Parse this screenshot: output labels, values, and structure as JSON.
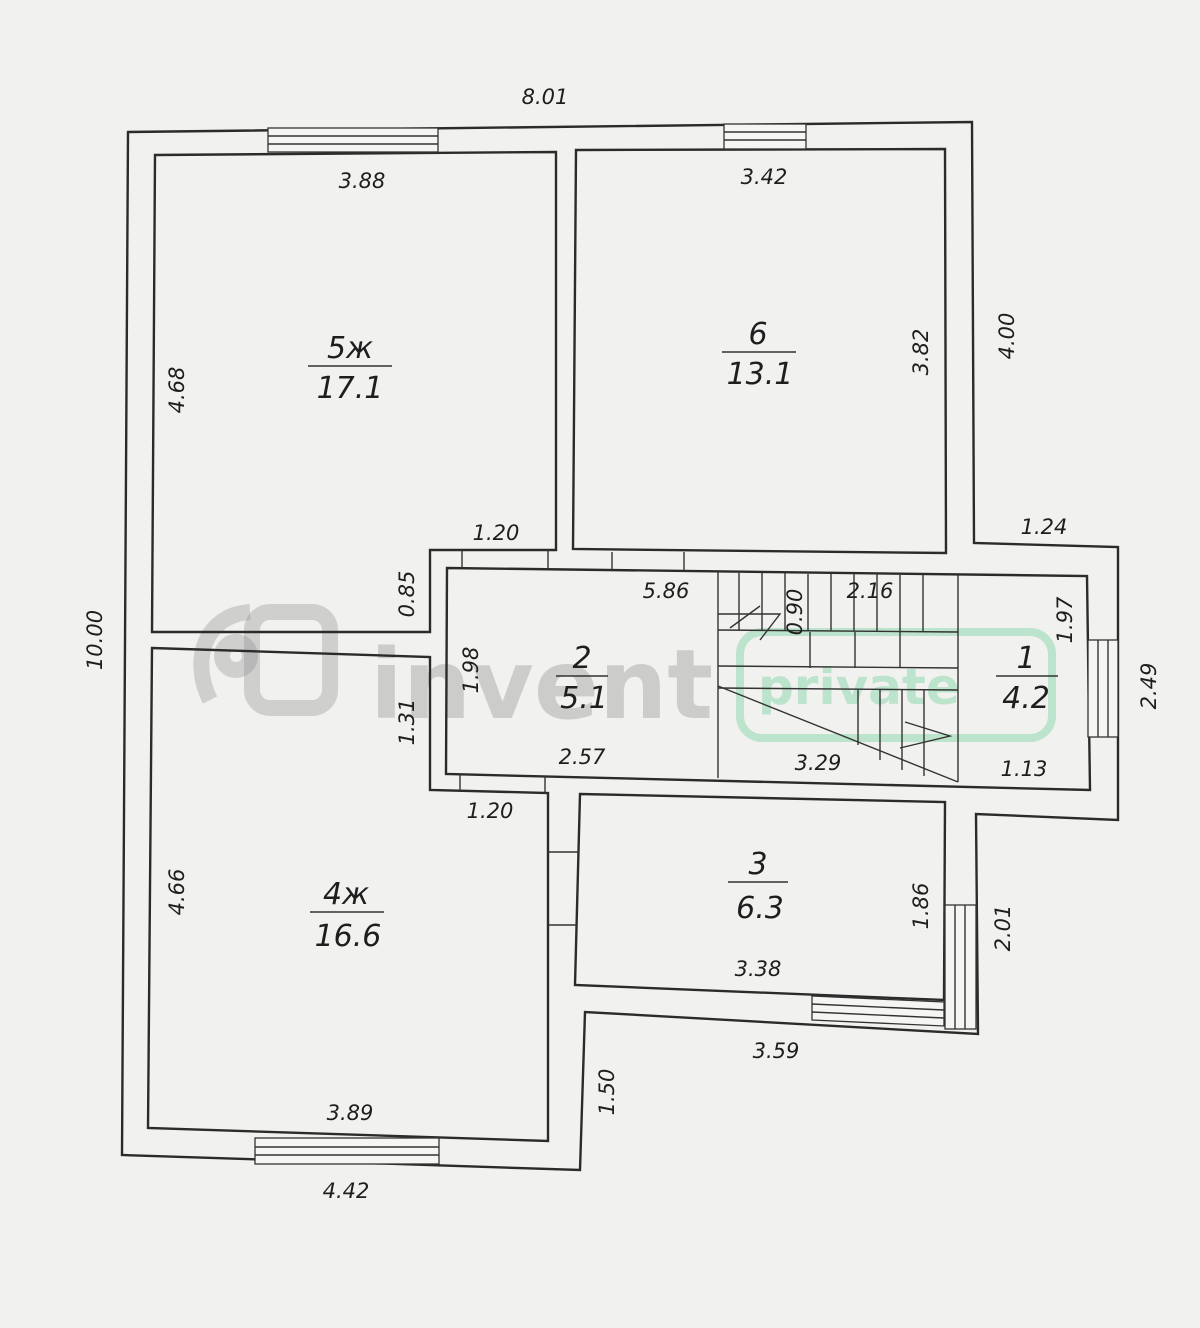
{
  "watermark": {
    "brand": "invent",
    "badge": "private",
    "brand_color": "#8a8a8a",
    "badge_color": "#59c98a"
  },
  "colors": {
    "background": "#f1f1ef",
    "line": "#2b2b2b"
  },
  "rooms": [
    {
      "id": "5ж",
      "area": "17.1"
    },
    {
      "id": "6",
      "area": "13.1"
    },
    {
      "id": "2",
      "area": "5.1"
    },
    {
      "id": "1",
      "area": "4.2"
    },
    {
      "id": "4ж",
      "area": "16.6"
    },
    {
      "id": "3",
      "area": "6.3"
    }
  ],
  "dimensions": {
    "overall_width": "8.01",
    "overall_height": "10.00",
    "room5_width": "3.88",
    "room5_height": "4.68",
    "room6_width": "3.42",
    "room6_height": "3.82",
    "right_upper": "4.00",
    "right_step": "1.24",
    "door_top": "1.20",
    "door_left_upper": "0.85",
    "hall_length": "5.86",
    "hall_height": "1.98",
    "hall_width": "2.57",
    "stair_gap": "0.90",
    "stair_length": "2.16",
    "stair_run": "3.29",
    "room1_height": "1.97",
    "room1_width": "1.13",
    "right_window_height": "2.49",
    "door_left_lower": "1.31",
    "door_bottom": "1.20",
    "room4_height": "4.66",
    "room4_width": "3.89",
    "bottom_width": "4.42",
    "room3_height": "1.86",
    "room3_width": "3.38",
    "room3_outer": "2.01",
    "room3_bottom": "3.59",
    "bottom_step": "1.50"
  }
}
